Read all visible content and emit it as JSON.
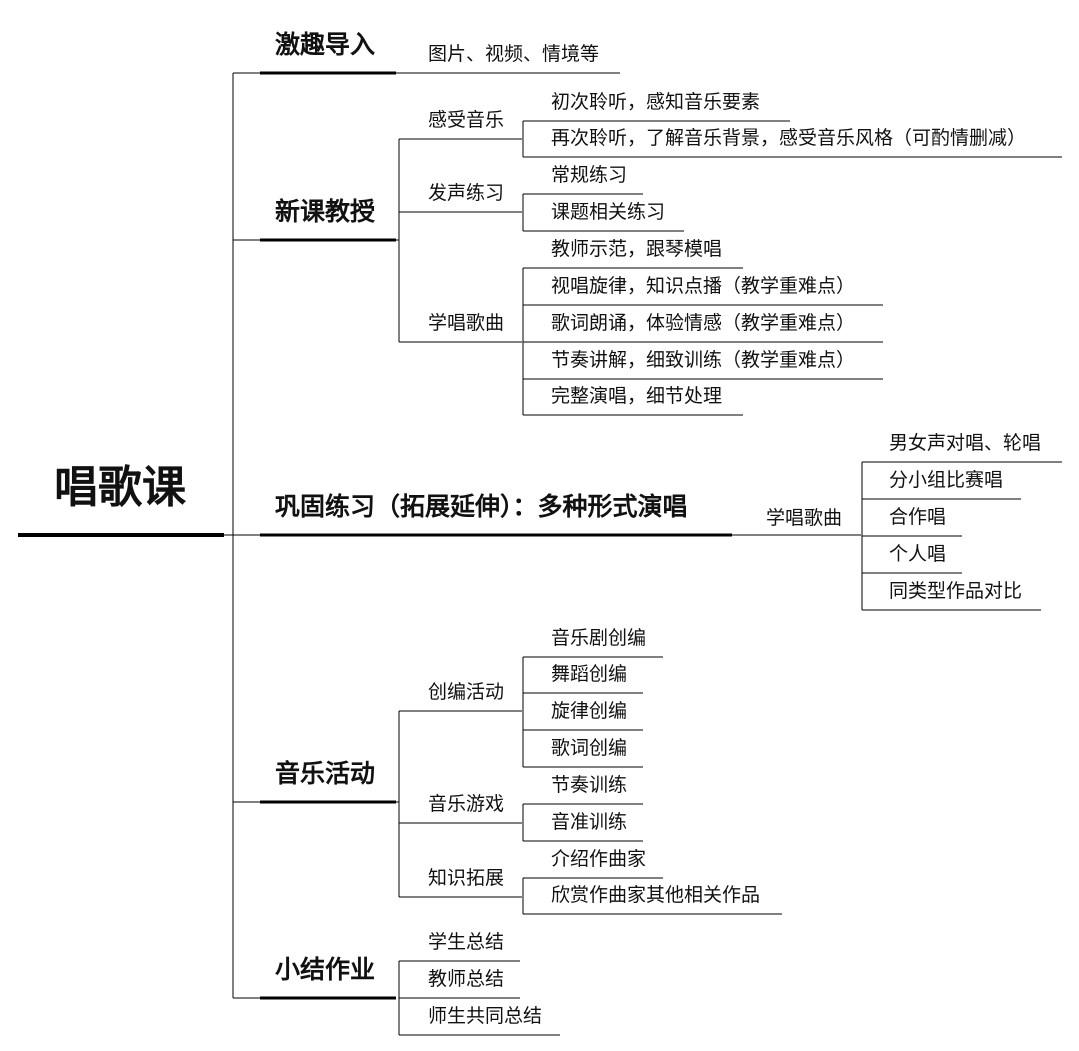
{
  "root": "唱歌课",
  "branches": [
    {
      "label": "激趣导入",
      "leaves": [
        "图片、视频、情境等"
      ]
    },
    {
      "label": "新课教授",
      "groups": [
        {
          "label": "感受音乐",
          "items": [
            "初次聆听，感知音乐要素",
            "再次聆听，了解音乐背景，感受音乐风格（可酌情删减）"
          ]
        },
        {
          "label": "发声练习",
          "items": [
            "常规练习",
            "课题相关练习"
          ]
        },
        {
          "label": "学唱歌曲",
          "items": [
            "教师示范，跟琴模唱",
            "视唱旋律，知识点播（教学重难点）",
            "歌词朗诵，体验情感（教学重难点）",
            "节奏讲解，细致训练（教学重难点）",
            "完整演唱，细节处理"
          ]
        }
      ]
    },
    {
      "label": "巩固练习（拓展延伸）：多种形式演唱",
      "groups": [
        {
          "label": "学唱歌曲",
          "items": [
            "男女声对唱、轮唱",
            "分小组比赛唱",
            "合作唱",
            "个人唱",
            "同类型作品对比"
          ]
        }
      ]
    },
    {
      "label": "音乐活动",
      "groups": [
        {
          "label": "创编活动",
          "items": [
            "音乐剧创编",
            "舞蹈创编",
            "旋律创编",
            "歌词创编"
          ]
        },
        {
          "label": "音乐游戏",
          "items": [
            "节奏训练",
            "音准训练"
          ]
        },
        {
          "label": "知识拓展",
          "items": [
            "介绍作曲家",
            "欣赏作曲家其他相关作品"
          ]
        }
      ]
    },
    {
      "label": "小结作业",
      "leaves": [
        "学生总结",
        "教师总结",
        "师生共同总结"
      ]
    }
  ]
}
